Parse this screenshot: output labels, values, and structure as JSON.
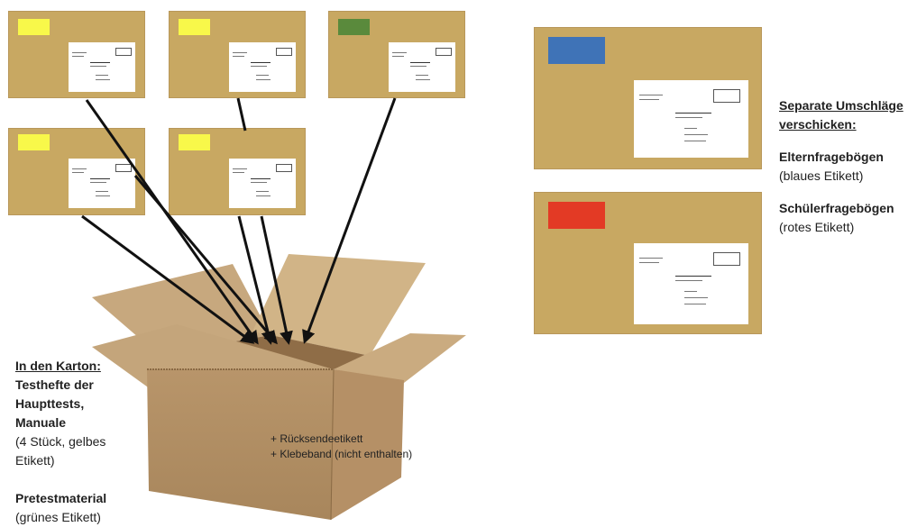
{
  "label_colors": {
    "yellow": "#f8f84a",
    "green": "#5a8a3c",
    "blue": "#3f73b7",
    "red": "#e33a25"
  },
  "envelope_color": "#c8a862",
  "box_label": {
    "line1": "+ Rücksendeetikett",
    "line2": "+ Klebeband (nicht enthalten)"
  },
  "left_text": {
    "heading": "In den Karton:",
    "lines_bold": [
      "Testhefte der",
      "Haupttests,",
      "Manuale"
    ],
    "lines_normal": [
      "(4 Stück, gelbes",
      "Etikett)"
    ],
    "pretest_bold": "Pretestmaterial",
    "pretest_normal": "(grünes Etikett)"
  },
  "right_text": {
    "heading_line1": "Separate Umschläge",
    "heading_line2": "verschicken:",
    "parent_bold": "Elternfragebögen",
    "parent_normal": "(blaues Etikett)",
    "student_bold": "Schülerfragebögen",
    "student_normal": "(rotes Etikett)"
  }
}
